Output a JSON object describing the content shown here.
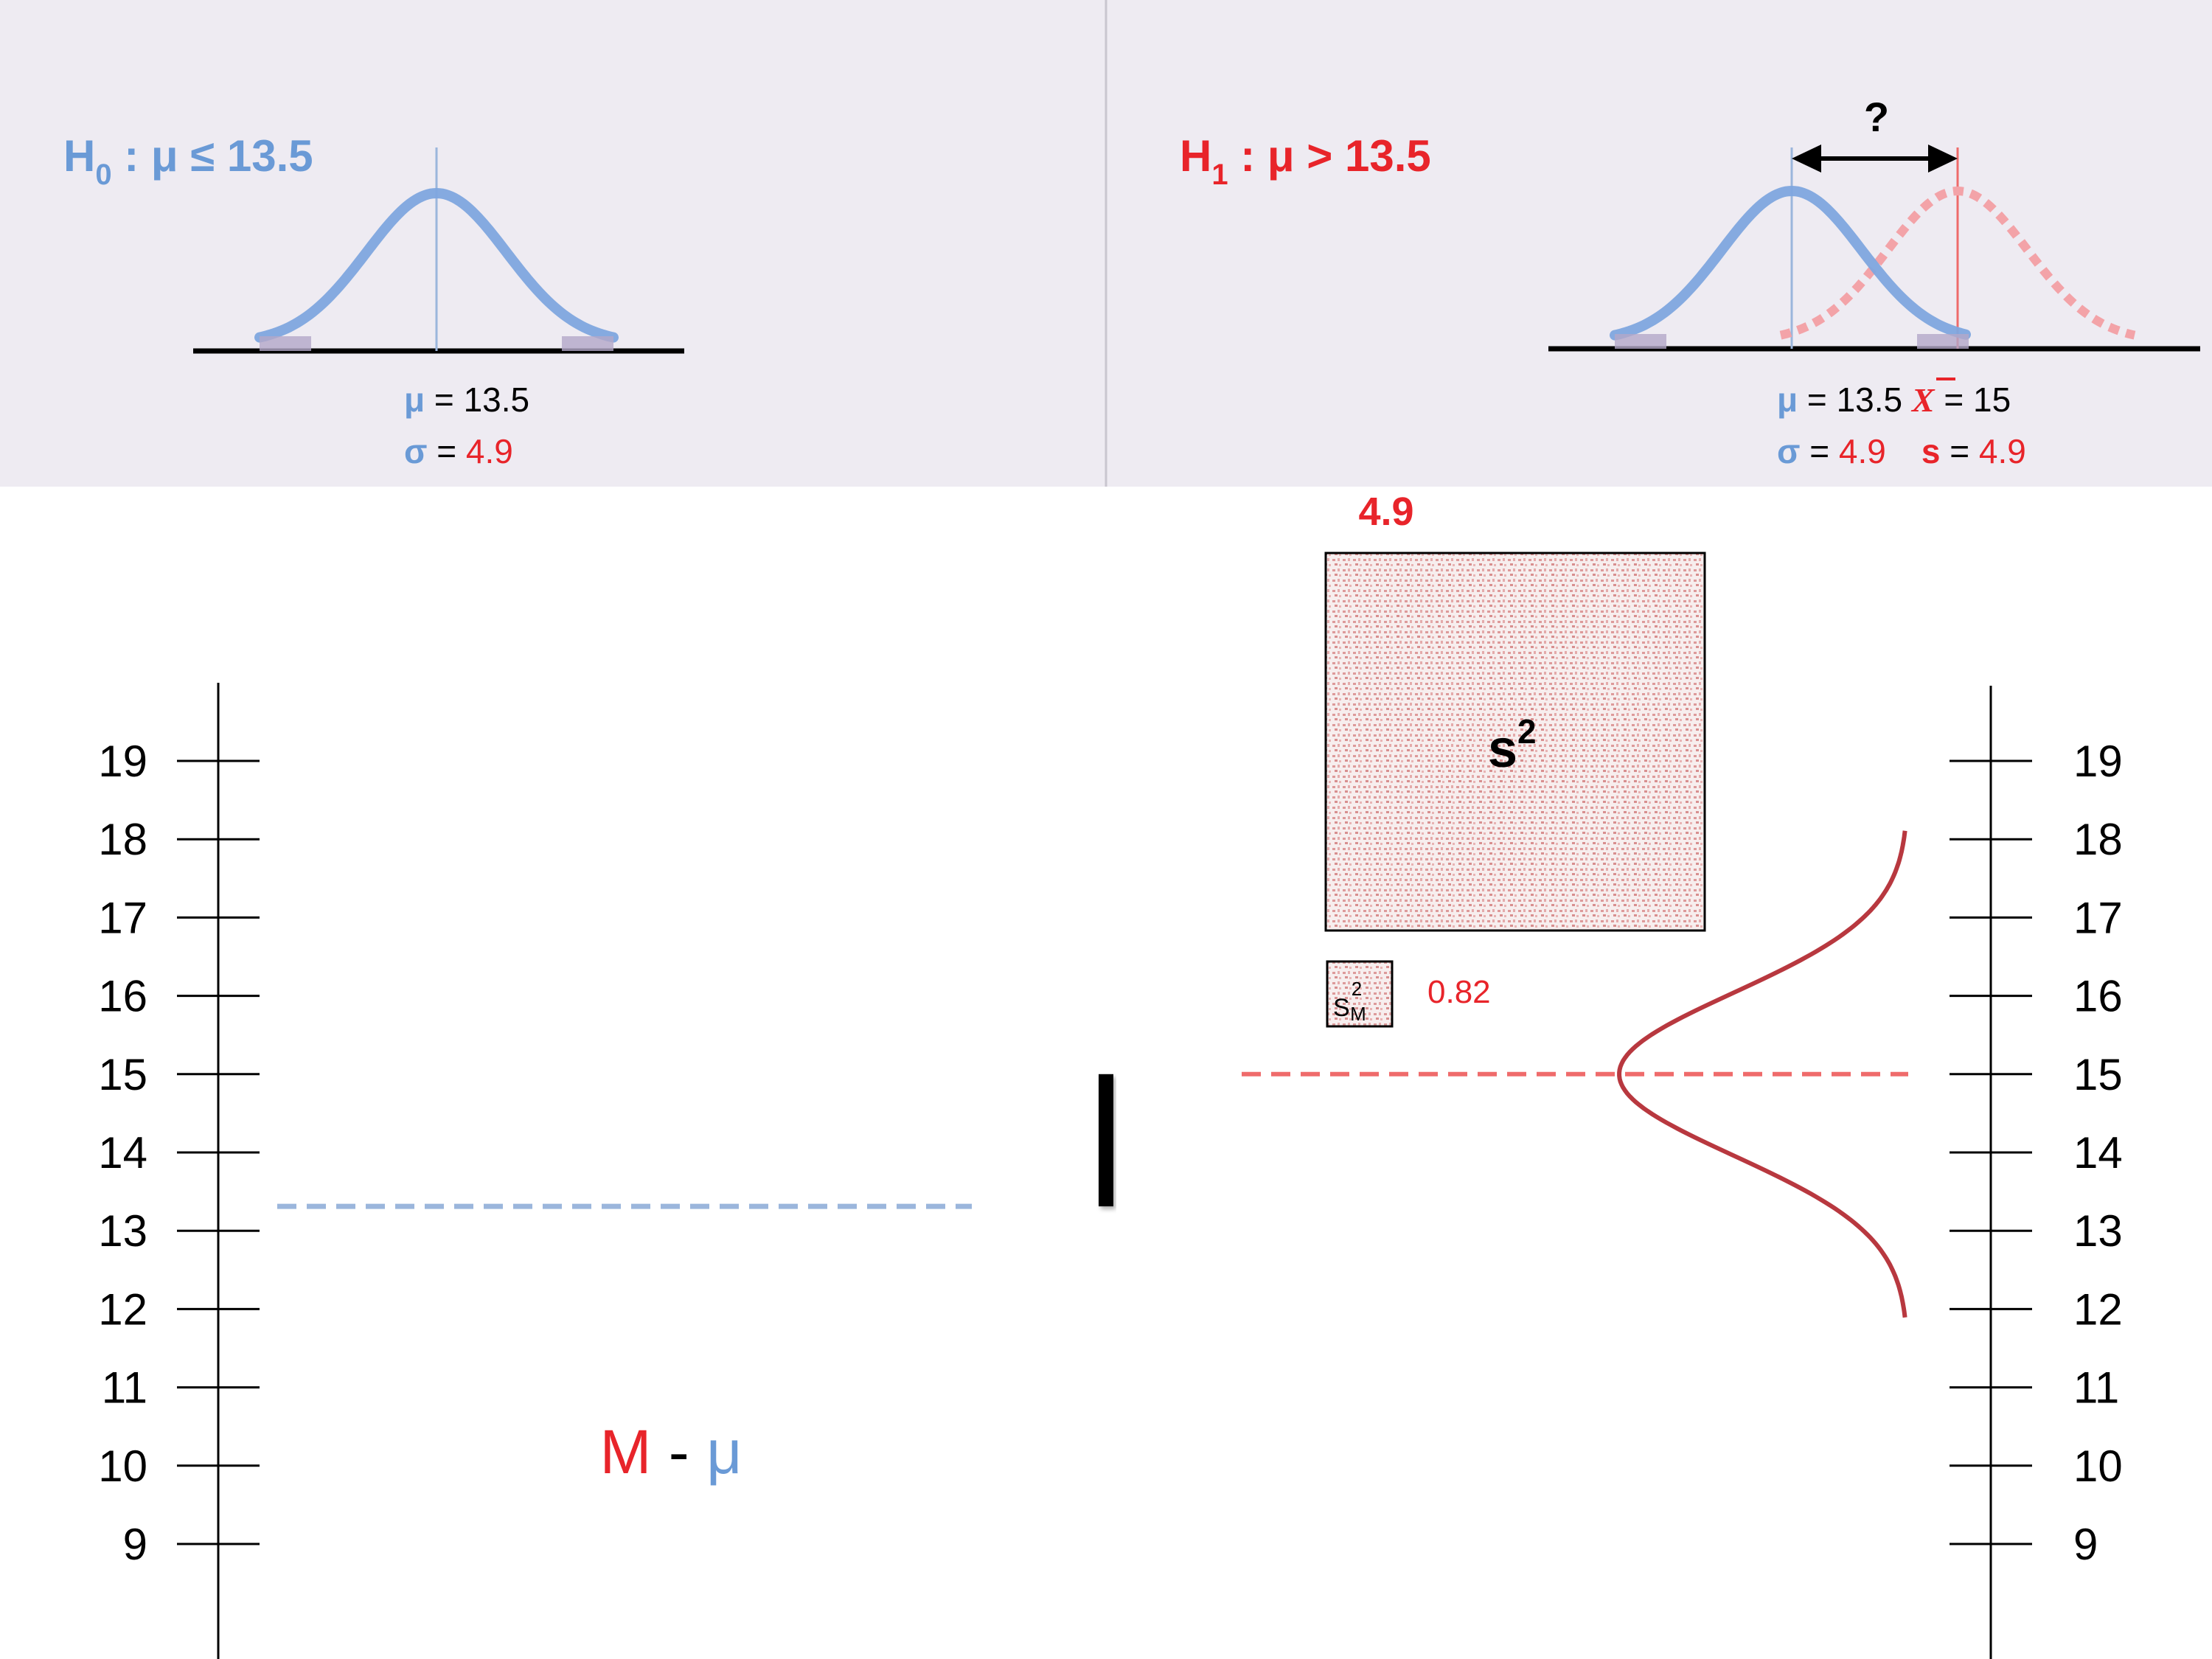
{
  "colors": {
    "blue": "#6a9ad6",
    "blue_light": "#9bb6dc",
    "blue_dark": "#2f5fa8",
    "red": "#e8242a",
    "red_dark": "#b8383f",
    "red_soft": "#ef6b6b",
    "panel_bg": "#eeebf2",
    "black": "#000000"
  },
  "h0_panel": {
    "hyp_label": "H",
    "hyp_sub": "0",
    "hyp_rest": " : μ ≤ 13.5",
    "mu_symbol": "μ",
    "mu_eq": " = 13.5",
    "sigma_symbol": "σ",
    "sigma_eq": " = ",
    "sigma_value": "4.9"
  },
  "h1_panel": {
    "hyp_label": "H",
    "hyp_sub": "1",
    "hyp_rest": " : μ > 13.5",
    "question_mark": "?",
    "mu_symbol": "μ",
    "mu_eq": " = 13.5 ",
    "xbar_symbol": "X",
    "xbar_eq": " = 15",
    "sigma_symbol": "σ",
    "sigma_eq": " = ",
    "sigma_value": "4.9",
    "s_symbol": "s",
    "s_eq": " = ",
    "s_value": "4.9"
  },
  "variance_square": {
    "top_value": "4.9",
    "label": "s",
    "superscript": "2"
  },
  "sem_square": {
    "label": "S",
    "superscript": "2",
    "subscript": "M",
    "value": "0.82"
  },
  "difference_label": {
    "m_text": "M",
    "dash": " - ",
    "mu_text": "μ"
  },
  "axis_scale": {
    "ticks": [
      "19",
      "18",
      "17",
      "16",
      "15",
      "14",
      "13",
      "12",
      "11",
      "10",
      "9"
    ],
    "null_mean": 13.5,
    "sample_mean": 15
  }
}
